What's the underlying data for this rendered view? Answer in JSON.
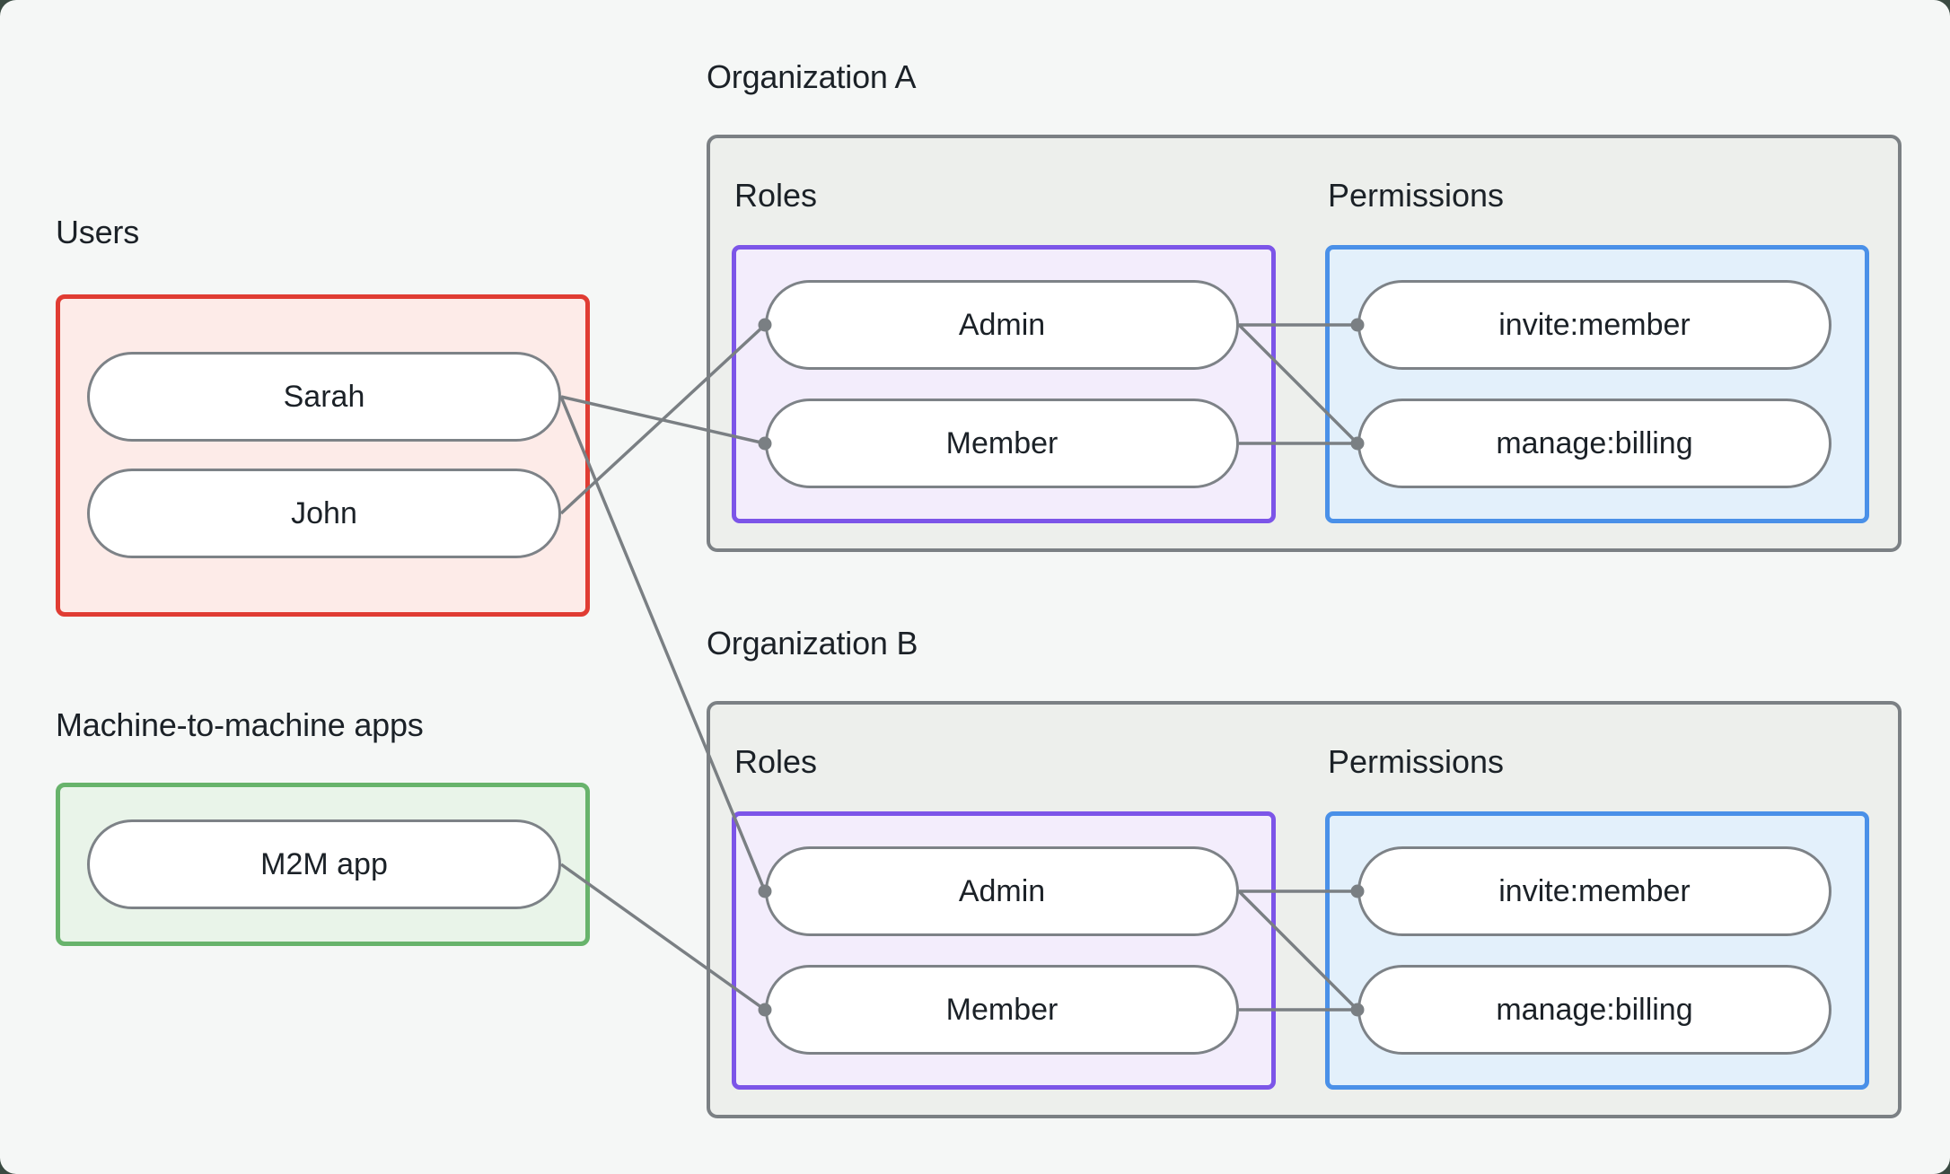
{
  "page": {
    "background": "#f5f7f6",
    "backdrop": "#3a4a42"
  },
  "colors": {
    "text": "#1b2127",
    "connector_gray": "#7a7f83",
    "pill_border": "#7d8287",
    "users_border": "#e03c33",
    "users_fill": "#fdebe8",
    "m2m_border": "#67b36b",
    "m2m_fill": "#e9f4e9",
    "roles_border": "#7c55e8",
    "roles_fill": "#f3edfc",
    "permissions_border": "#4a90e8",
    "permissions_fill": "#e3f0fb",
    "org_border": "#7b8084",
    "org_fill": "#edefec"
  },
  "users_section": {
    "label": "Users",
    "items": [
      "Sarah",
      "John"
    ]
  },
  "m2m_section": {
    "label": "Machine-to-machine apps",
    "items": [
      "M2M app"
    ]
  },
  "organizations": [
    {
      "title": "Organization A",
      "roles_label": "Roles",
      "permissions_label": "Permissions",
      "roles": [
        "Admin",
        "Member"
      ],
      "permissions": [
        "invite:member",
        "manage:billing"
      ]
    },
    {
      "title": "Organization B",
      "roles_label": "Roles",
      "permissions_label": "Permissions",
      "roles": [
        "Admin",
        "Member"
      ],
      "permissions": [
        "invite:member",
        "manage:billing"
      ]
    }
  ],
  "connections": [
    {
      "from": "John",
      "to": "Organization A / Admin"
    },
    {
      "from": "Sarah",
      "to": "Organization A / Member"
    },
    {
      "from": "Sarah",
      "to": "Organization B / Admin"
    },
    {
      "from": "M2M app",
      "to": "Organization B / Member"
    },
    {
      "from": "Organization A / Admin",
      "to": "Organization A / invite:member"
    },
    {
      "from": "Organization A / Admin",
      "to": "Organization A / manage:billing"
    },
    {
      "from": "Organization A / Member",
      "to": "Organization A / manage:billing"
    },
    {
      "from": "Organization B / Admin",
      "to": "Organization B / invite:member"
    },
    {
      "from": "Organization B / Admin",
      "to": "Organization B / manage:billing"
    },
    {
      "from": "Organization B / Member",
      "to": "Organization B / manage:billing"
    }
  ]
}
